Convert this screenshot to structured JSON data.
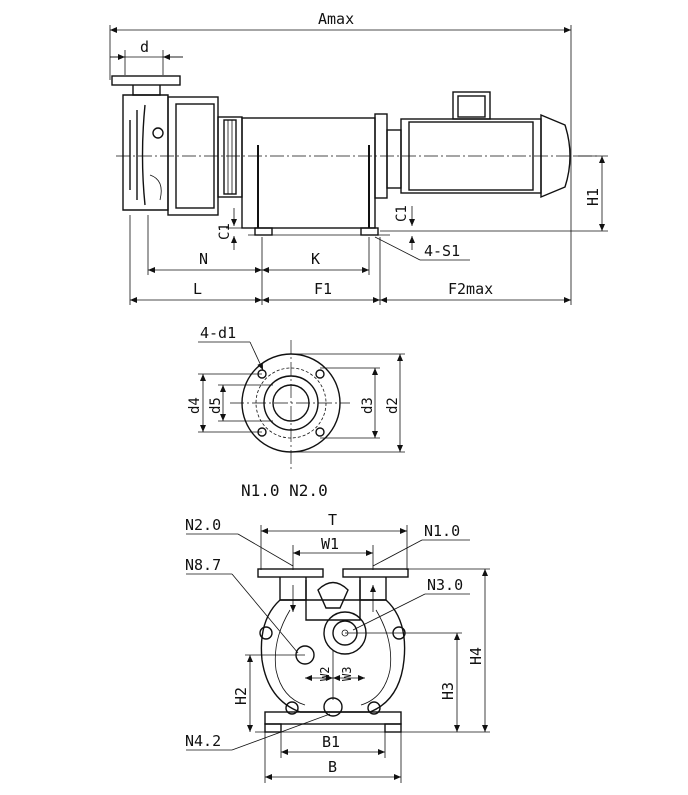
{
  "side_view": {
    "labels": {
      "Amax": "Amax",
      "d": "d",
      "H1": "H1",
      "C1_left": "C1",
      "C1_right": "C1",
      "S1": "4-S1",
      "N": "N",
      "K": "K",
      "L": "L",
      "F1": "F1",
      "F2max": "F2max"
    }
  },
  "flange_view": {
    "labels": {
      "d1": "4-d1",
      "d4": "d4",
      "d5": "d5",
      "d3": "d3",
      "d2": "d2",
      "ports": "N1.0 N2.0"
    }
  },
  "end_view": {
    "labels": {
      "N2": "N2.0",
      "N1": "N1.0",
      "T": "T",
      "W1": "W1",
      "N8": "N8.7",
      "N3": "N3.0",
      "H4": "H4",
      "W2": "W2",
      "W3": "W3",
      "H2": "H2",
      "H3": "H3",
      "N4": "N4.2",
      "B1": "B1",
      "B": "B"
    }
  }
}
